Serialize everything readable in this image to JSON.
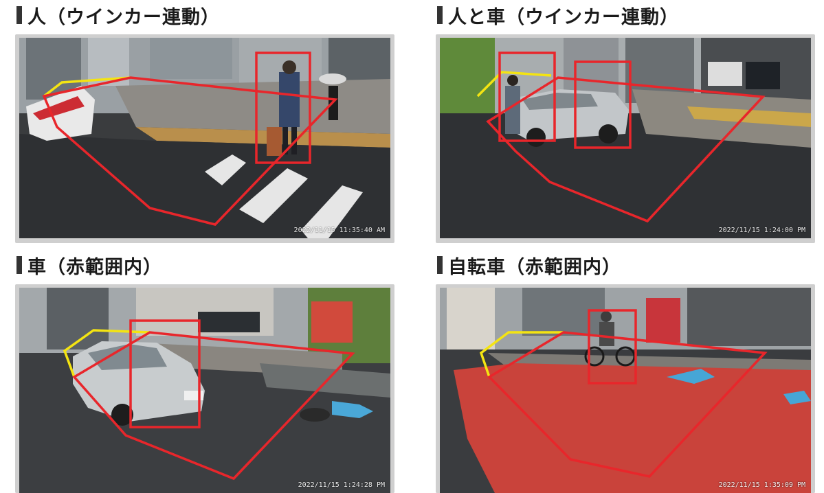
{
  "panels": [
    {
      "title": "人（ウインカー連動）",
      "timestamp": "2022/11/15 11:35:40 AM"
    },
    {
      "title": "人と車（ウインカー連動）",
      "timestamp": "2022/11/15 1:24:00 PM"
    },
    {
      "title": "車（赤範囲内）",
      "timestamp": "2022/11/15 1:24:28 PM"
    },
    {
      "title": "自転車（赤範囲内）",
      "timestamp": "2022/11/15 1:35:09 PM"
    }
  ],
  "colors": {
    "zone_outline": "#e8262b",
    "turn_signal_zone": "#f4e412",
    "detection_box": "#e8262b",
    "red_zone_fill": "#c9433b",
    "header_bar": "#333333"
  }
}
